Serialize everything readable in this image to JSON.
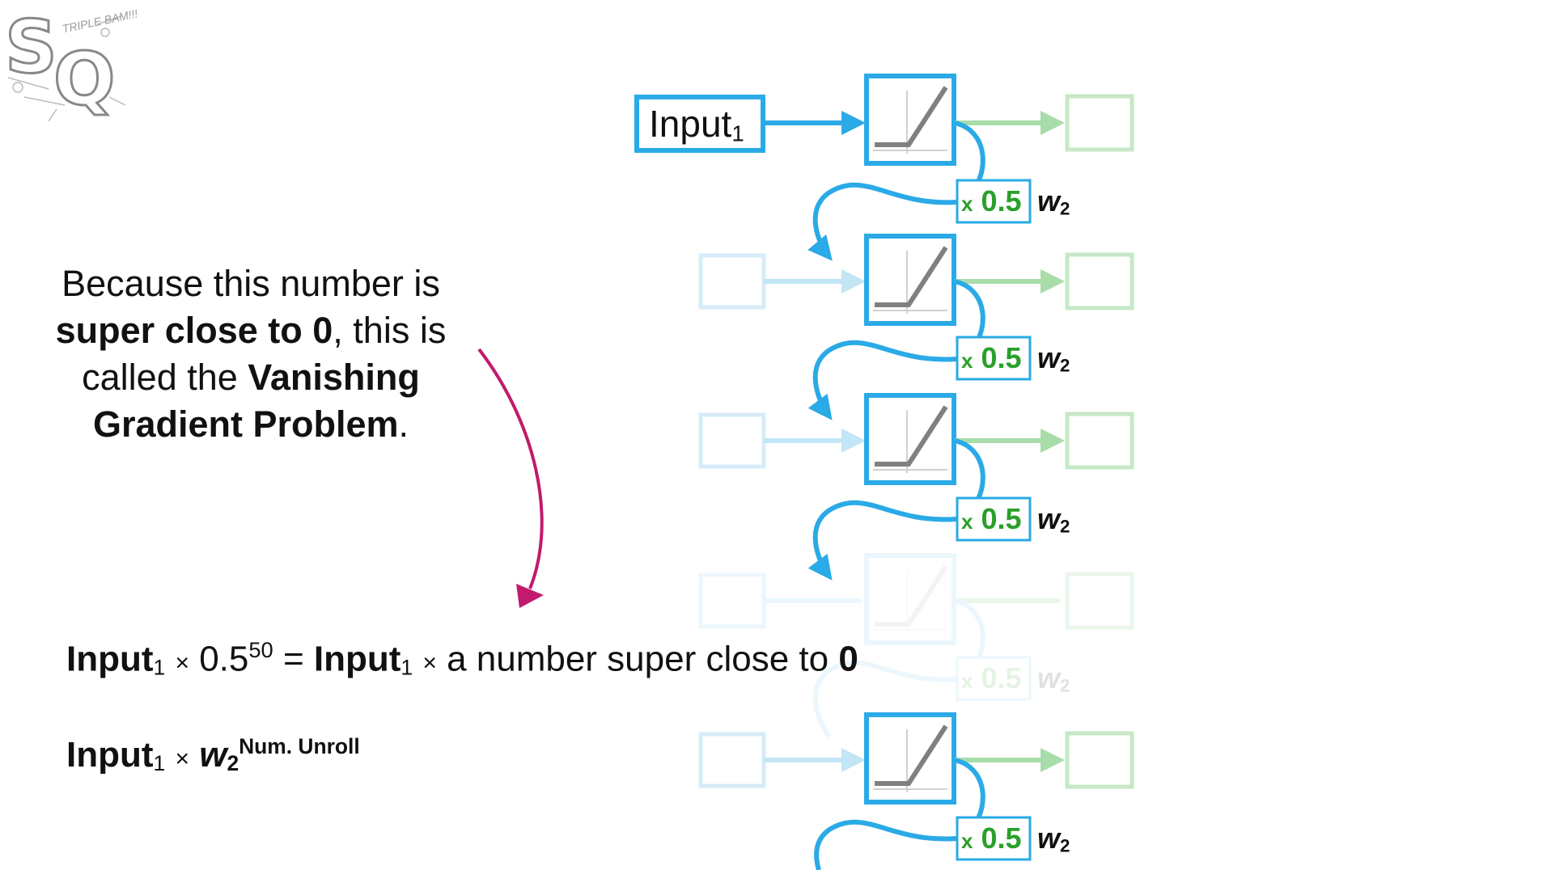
{
  "logo": {
    "letters": [
      "S",
      "Q"
    ],
    "tagline": "TRIPLE BAM!!!"
  },
  "explanation": {
    "part1": "Because this number is",
    "bold1": "super close to 0",
    "part2": ", this is called the ",
    "bold2": "Vanishing Gradient Problem",
    "part3": "."
  },
  "equation1": {
    "input": "Input",
    "sub": "1",
    "times": "×",
    "base": "0.5",
    "exponent": "50",
    "equals": "=",
    "input2": "Input",
    "sub2": "1",
    "times2": "×",
    "rest": "a number super close to ",
    "zero": "0"
  },
  "equation2": {
    "input": "Input",
    "sub": "1",
    "times": "×",
    "w": "w",
    "wsub": "2",
    "exponent": "Num. Unroll"
  },
  "network": {
    "input_label": "Input",
    "input_sub": "1",
    "multiplier_x": "x",
    "multiplier_value": "0.5",
    "weight": "w",
    "weight_sub": "2"
  },
  "colors": {
    "blue": "#2aaae6",
    "green": "#2aa02a",
    "pale_green": "#8fd08f",
    "magenta": "#c21a6c",
    "relu_line": "#808080"
  }
}
